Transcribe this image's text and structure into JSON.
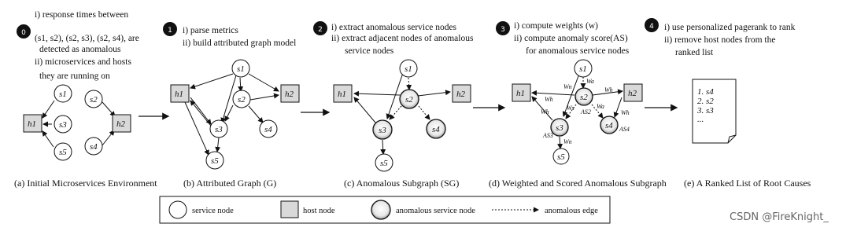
{
  "steps": [
    {
      "badge": "0",
      "lines": [
        "i) response times  between",
        "(s1, s2), (s2, s3), (s2, s4), are",
        "detected as anomalous",
        "ii) microservices and  hosts",
        "they are running on"
      ]
    },
    {
      "badge": "1",
      "lines": [
        "i) parse metrics",
        "ii) build attributed graph model"
      ]
    },
    {
      "badge": "2",
      "lines": [
        "i) extract anomalous service nodes",
        "ii) extract adjacent nodes of anomalous",
        "service nodes"
      ]
    },
    {
      "badge": "3",
      "lines": [
        "i) compute weights (w)",
        "ii) compute anomaly score(AS)",
        "for anomalous service nodes"
      ]
    },
    {
      "badge": "4",
      "lines": [
        "i) use personalized pagerank to rank",
        "ii) remove host nodes from the",
        "ranked list"
      ]
    }
  ],
  "nodes": {
    "s1": "s1",
    "s2": "s2",
    "s3": "s3",
    "s4": "s4",
    "s5": "s5",
    "h1": "h1",
    "h2": "h2"
  },
  "weights": {
    "wh": "Wh",
    "wa": "Wa",
    "wn": "Wn",
    "ws": "Ws",
    "as2": "AS2",
    "as3": "AS3",
    "as4": "AS4"
  },
  "ranked_list": [
    "1. s4",
    "2. s2",
    "3. s3",
    "..."
  ],
  "captions": [
    "(a)  Initial Microservices Environment",
    "(b) Attributed Graph (G)",
    "(c) Anomalous Subgraph (SG)",
    "(d) Weighted and Scored Anomalous Subgraph",
    "(e) A Ranked List of Root Causes"
  ],
  "legend": {
    "service_node": "service node",
    "host_node": "host node",
    "anomalous_service_node": "anomalous service node",
    "anomalous_edge": "anomalous edge"
  },
  "watermark": "CSDN @FireKnight_"
}
